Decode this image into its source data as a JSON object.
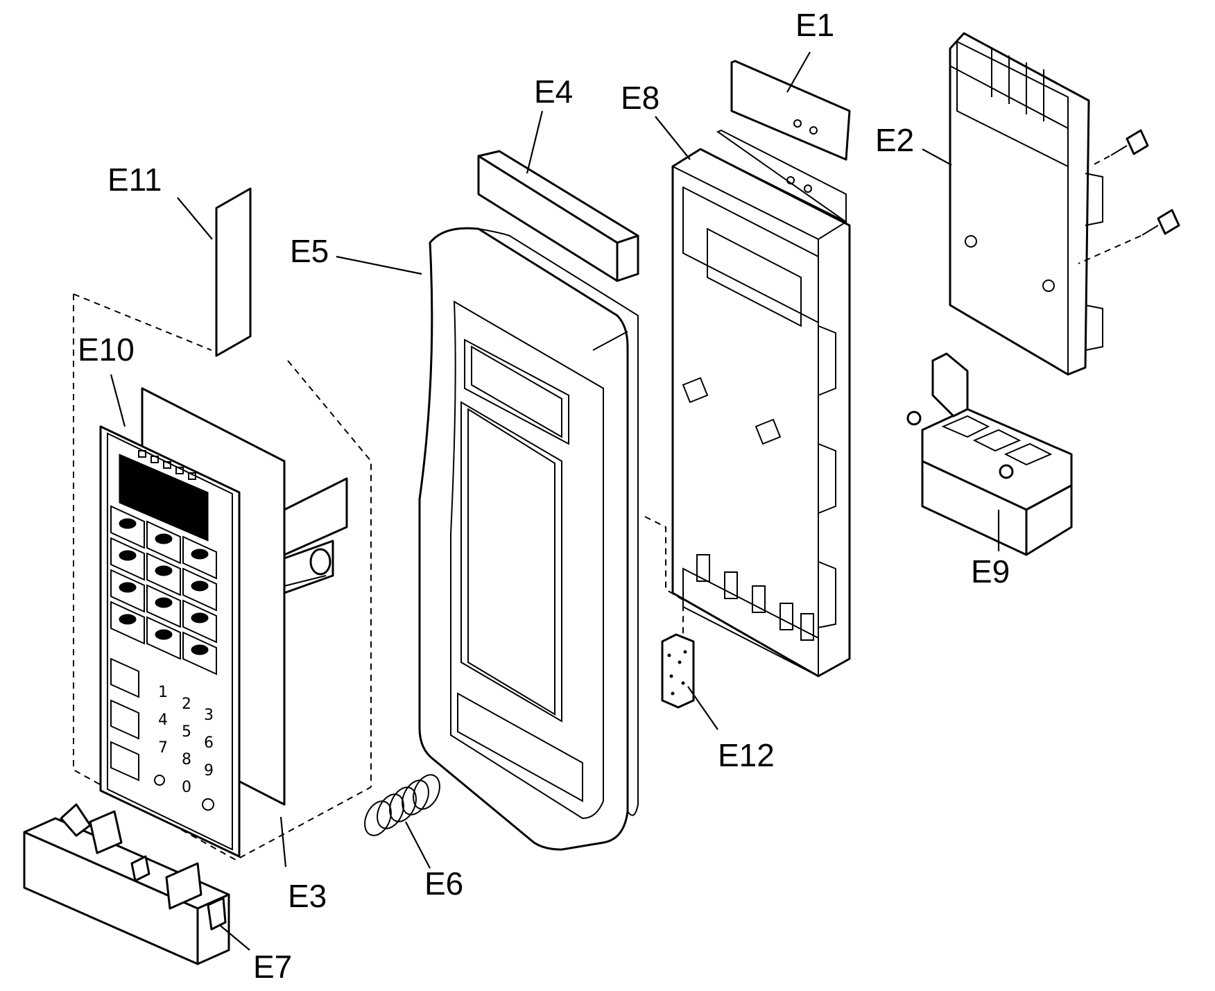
{
  "diagram": {
    "callouts": [
      "E1",
      "E2",
      "E3",
      "E4",
      "E5",
      "E6",
      "E7",
      "E8",
      "E9",
      "E10",
      "E11",
      "E12"
    ],
    "keypad_digits": [
      "1",
      "2",
      "3",
      "4",
      "5",
      "6",
      "7",
      "8",
      "9",
      "0"
    ]
  }
}
